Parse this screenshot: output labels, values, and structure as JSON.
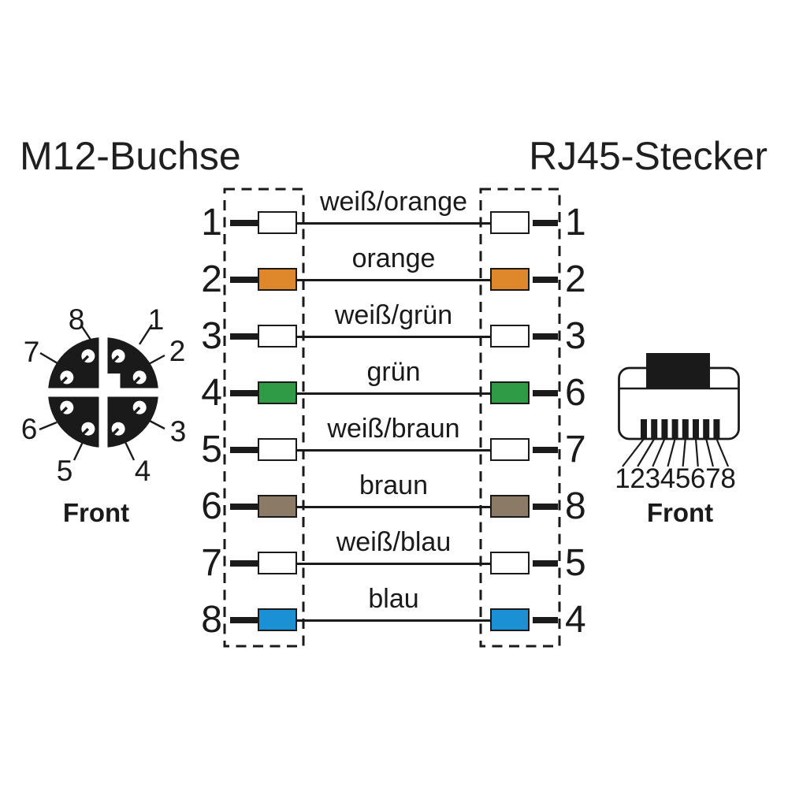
{
  "titles": {
    "left": "M12-Buchse",
    "right": "RJ45-Stecker"
  },
  "m12_connector": {
    "front_label": "Front",
    "pin_labels": [
      "8",
      "1",
      "7",
      "2",
      "6",
      "3",
      "5",
      "4"
    ]
  },
  "rj45_connector": {
    "front_label": "Front",
    "pin_labels": [
      "1",
      "2",
      "3",
      "4",
      "5",
      "6",
      "7",
      "8"
    ]
  },
  "wiring": {
    "rows": [
      {
        "m12_pin": "1",
        "wire_label": "weiß/orange",
        "wire_color": "#FFFFFF",
        "rj45_pin": "1"
      },
      {
        "m12_pin": "2",
        "wire_label": "orange",
        "wire_color": "#DF872B",
        "rj45_pin": "2"
      },
      {
        "m12_pin": "3",
        "wire_label": "weiß/grün",
        "wire_color": "#FFFFFF",
        "rj45_pin": "3"
      },
      {
        "m12_pin": "4",
        "wire_label": "grün",
        "wire_color": "#2F9B47",
        "rj45_pin": "6"
      },
      {
        "m12_pin": "5",
        "wire_label": "weiß/braun",
        "wire_color": "#FFFFFF",
        "rj45_pin": "7"
      },
      {
        "m12_pin": "6",
        "wire_label": "braun",
        "wire_color": "#8A7A66",
        "rj45_pin": "8"
      },
      {
        "m12_pin": "7",
        "wire_label": "weiß/blau",
        "wire_color": "#FFFFFF",
        "rj45_pin": "5"
      },
      {
        "m12_pin": "8",
        "wire_label": "blau",
        "wire_color": "#1B90D4",
        "rj45_pin": "4"
      }
    ]
  },
  "colors": {
    "line_black": "#1A1A1A",
    "background": "#FFFFFF",
    "wire_orange": "#DF872B",
    "wire_green": "#2F9B47",
    "wire_brown": "#8A7A66",
    "wire_blue": "#1B90D4",
    "wire_white": "#FFFFFF"
  }
}
